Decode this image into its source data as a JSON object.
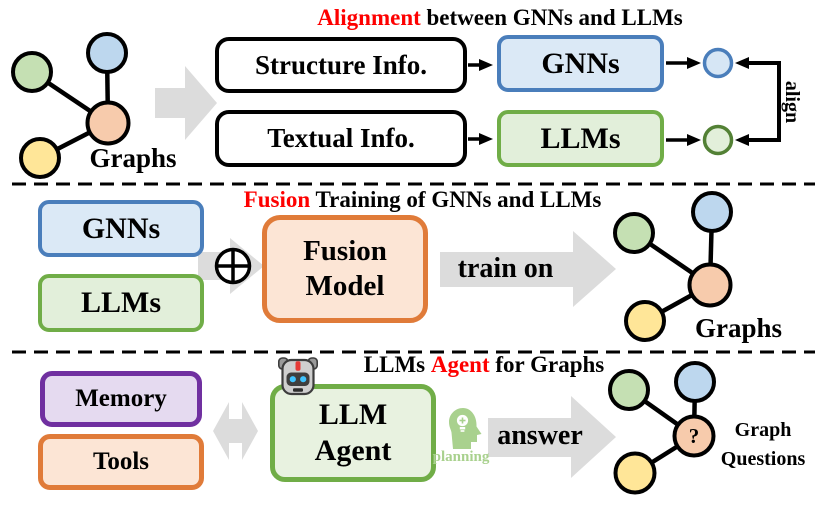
{
  "palette": {
    "highlight_red": "#fe0000",
    "arrow_gray": "#dcdcdc",
    "blue_border": "#4a7ebb",
    "blue_fill": "#dbe9f6",
    "green_border": "#70ad47",
    "green_fill": "#e2efda",
    "orange_border": "#e07b39",
    "orange_fill": "#fce5d5",
    "purple_border": "#7030a0",
    "purple_fill": "#e5daf0",
    "node_green": "#c5e0b3",
    "node_blue": "#bdd7ee",
    "node_orange": "#f7cbac",
    "node_yellow": "#ffe698",
    "planning_green": "#a9d18e"
  },
  "icons": {
    "circled_plus": "⊕",
    "robot": "robot-head",
    "planning_head": "head-with-lightbulb"
  },
  "alignment_section": {
    "title_highlight": "Alignment",
    "title_rest": " between GNNs and LLMs",
    "graphs_label": "Graphs",
    "structure_box_label": "Structure Info.",
    "textual_box_label": "Textual Info.",
    "gnns_box_label": "GNNs",
    "llms_box_label": "LLMs",
    "align_label": "align"
  },
  "fusion_section": {
    "title_highlight": "Fusion",
    "title_rest": " Training of GNNs and LLMs",
    "gnns_box_label": "GNNs",
    "llms_box_label": "LLMs",
    "fusion_model_lines": [
      "Fusion",
      "Model"
    ],
    "train_on_label": "train on",
    "graphs_label": "Graphs"
  },
  "agent_section": {
    "title_pre": "LLMs ",
    "title_highlight": "Agent",
    "title_rest": " for Graphs",
    "memory_box_label": "Memory",
    "tools_box_label": "Tools",
    "agent_box_lines": [
      "LLM",
      "Agent"
    ],
    "planning_label": "planning",
    "answer_label": "answer",
    "question_mark": "?",
    "graph_questions_lines": [
      "Graph",
      "Questions"
    ]
  }
}
